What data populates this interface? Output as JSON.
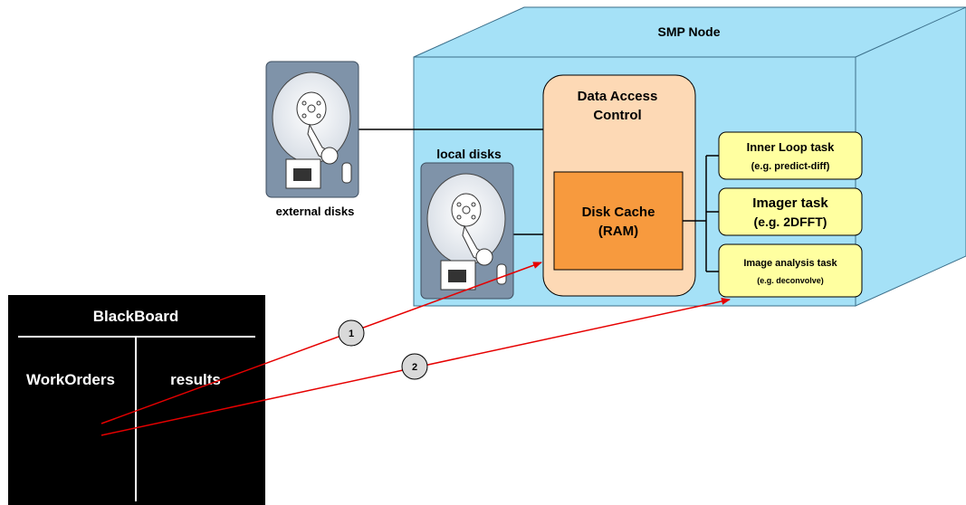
{
  "smp_node": {
    "title": "SMP Node"
  },
  "data_access": {
    "line1": "Data Access",
    "line2": "Control"
  },
  "disk_cache": {
    "line1": "Disk Cache",
    "line2": "(RAM)"
  },
  "tasks": [
    {
      "name": "Inner Loop task",
      "example": "(e.g. predict-diff)"
    },
    {
      "name": "Imager task",
      "example": "(e.g. 2DFFT)"
    },
    {
      "name": "Image analysis task",
      "example": "(e.g. deconvolve)"
    }
  ],
  "external_disks": {
    "label": "external disks"
  },
  "local_disks": {
    "label": "local disks"
  },
  "blackboard": {
    "title": "BlackBoard",
    "col1": "WorkOrders",
    "col2": "results"
  },
  "steps": [
    {
      "label": "1"
    },
    {
      "label": "2"
    }
  ],
  "colors": {
    "node_front": "#a5e1f7",
    "node_side": "#a5e1f7",
    "data_access": "#fdd9b5",
    "disk_cache": "#f79a3e",
    "task": "#ffffa0",
    "arrow": "#e60000",
    "blackboard": "#000000",
    "disk_body": "#7f93a9"
  }
}
